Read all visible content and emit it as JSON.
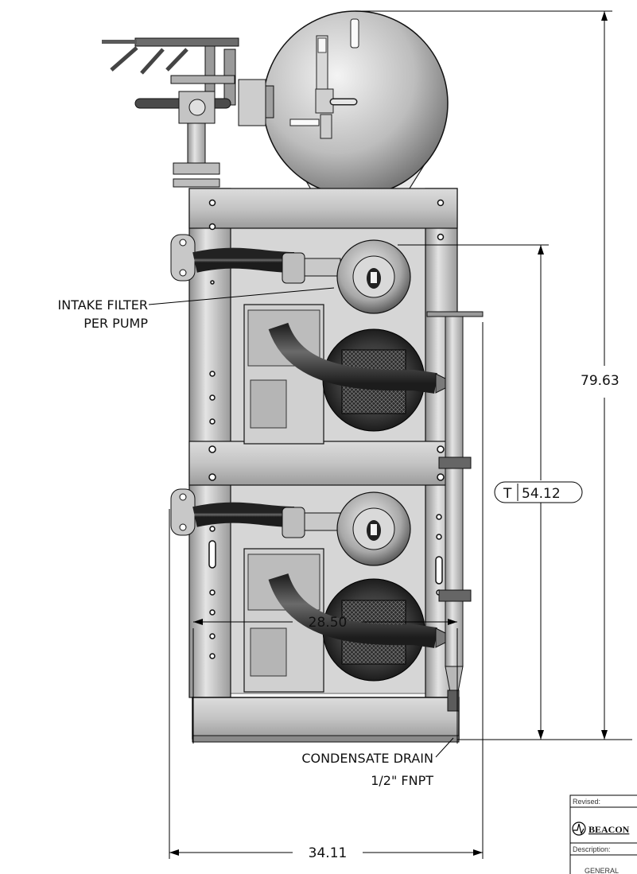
{
  "notes": {
    "intake_filter_line1": "INTAKE FILTER",
    "intake_filter_line2": "PER PUMP",
    "condensate_line1": "CONDENSATE DRAIN",
    "condensate_line2": "1/2\" FNPT"
  },
  "dimensions": {
    "overall_height": "79.63",
    "tank_height_prefix": "T",
    "tank_height_value": "54.12",
    "frame_width": "28.50",
    "overall_width": "34.11"
  },
  "title_block": {
    "revised_label": "Revised:",
    "brand": "BEACON",
    "description_label": "Description:",
    "description_value": "GENERAL"
  },
  "colors": {
    "steel_light": "#e2e2e2",
    "steel_mid": "#b9b9b9",
    "steel_dark": "#5a5a5a",
    "hose": "#3a3a3a",
    "line": "#000000"
  }
}
